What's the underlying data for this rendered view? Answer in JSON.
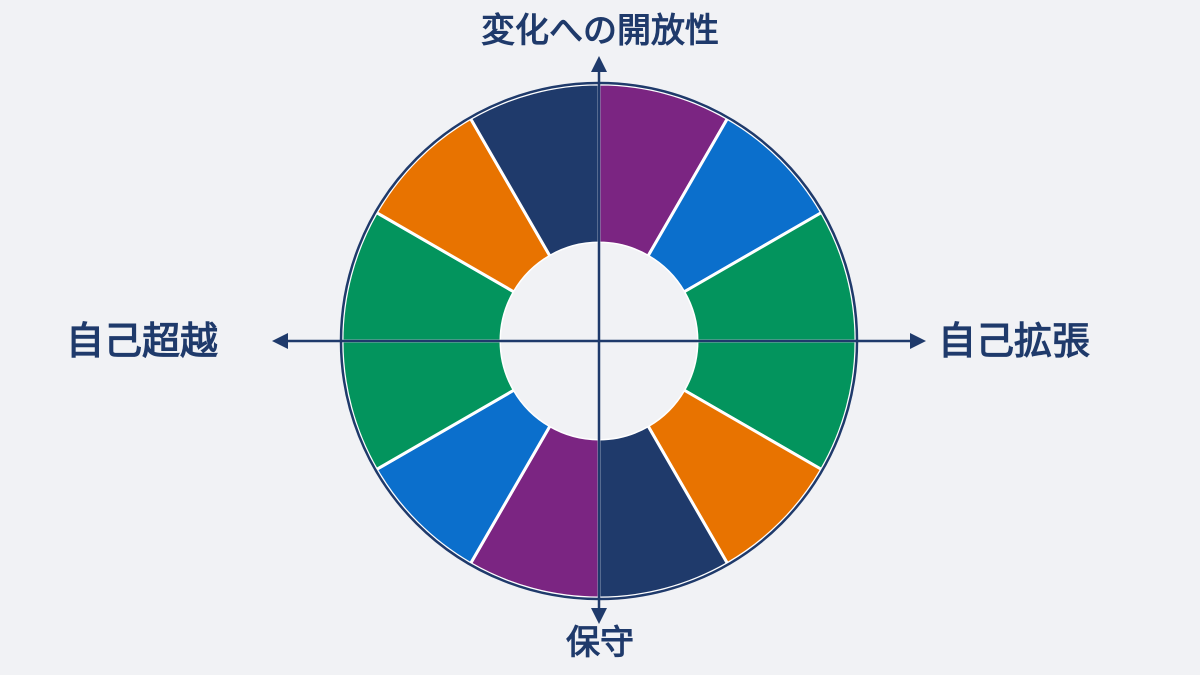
{
  "axes": {
    "top": "変化への開放性",
    "bottom": "保守",
    "left": "自己超越",
    "right": "自己拡張"
  },
  "colors": {
    "axis": "#1f3a6b",
    "background": "#f1f2f5",
    "ring_outline": "#1f3a6b",
    "segment_border": "#ffffff"
  },
  "segments": [
    {
      "color": "#7b2582",
      "name": "purple"
    },
    {
      "color": "#0b6fcc",
      "name": "blue"
    },
    {
      "color": "#03945d",
      "name": "green"
    },
    {
      "color": "#03945d",
      "name": "green"
    },
    {
      "color": "#e87300",
      "name": "orange"
    },
    {
      "color": "#1f3a6b",
      "name": "navy"
    },
    {
      "color": "#7b2582",
      "name": "purple"
    },
    {
      "color": "#0b6fcc",
      "name": "blue"
    },
    {
      "color": "#03945d",
      "name": "green"
    },
    {
      "color": "#03945d",
      "name": "green"
    },
    {
      "color": "#e87300",
      "name": "orange"
    },
    {
      "color": "#1f3a6b",
      "name": "navy"
    }
  ]
}
